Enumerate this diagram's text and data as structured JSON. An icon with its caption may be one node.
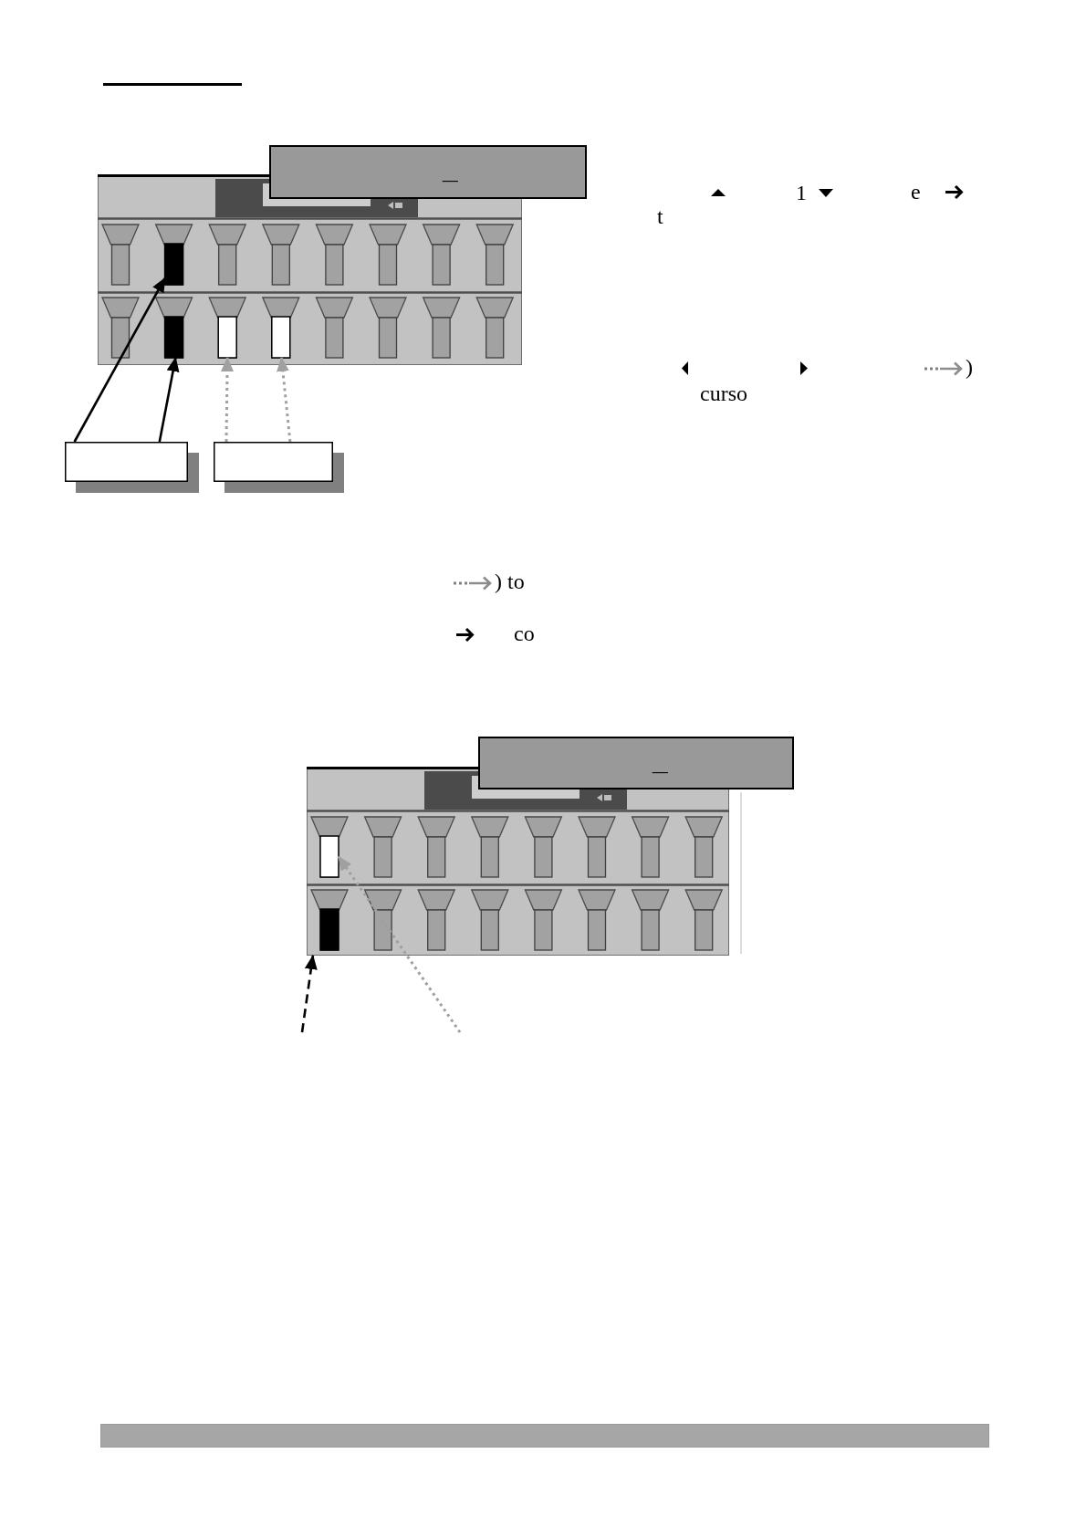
{
  "diagram": {
    "nodes": [
      {
        "text": [
          "_"
        ]
      },
      {
        "text": [],
        "shape": "picture"
      },
      {
        "text": [],
        "shape": "bar",
        "in": 1
      },
      {
        "text": [],
        "shape": "bar",
        "in": 1
      },
      {
        "text": [],
        "shape": "bar",
        "in": 1
      },
      {
        "text": [],
        "shape": "bar",
        "in": 1
      },
      {
        "text": [],
        "shape": "box"
      },
      {
        "text": [],
        "shape": "box"
      },
      {
        "text": [
          "_"
        ]
      },
      {
        "text": [],
        "shape": "picture"
      },
      {
        "text": [],
        "shape": "bar",
        "in": 9
      },
      {
        "text": [],
        "shape": "bar",
        "in": 9
      }
    ],
    "edges": [
      {
        "from": 6,
        "to": 2,
        "arrow": "to"
      },
      {
        "from": 6,
        "to": 3,
        "arrow": "to"
      },
      {
        "from": 7,
        "to": 4,
        "arrow": "to",
        "style": "dashed",
        "color": "#a0a0a0"
      },
      {
        "from": 7,
        "to": 5,
        "arrow": "to",
        "style": "dashed",
        "color": "#a0a0a0"
      },
      {
        "from": null,
        "to": 9,
        "arrow": "to",
        "style": "dashed"
      },
      {
        "from": null,
        "to": 10,
        "arrow": "to",
        "style": "dashed",
        "color": "#a0a0a0"
      }
    ],
    "labels": [
      "1",
      "e",
      "t",
      ")",
      "curso",
      ") to",
      "co"
    ]
  }
}
